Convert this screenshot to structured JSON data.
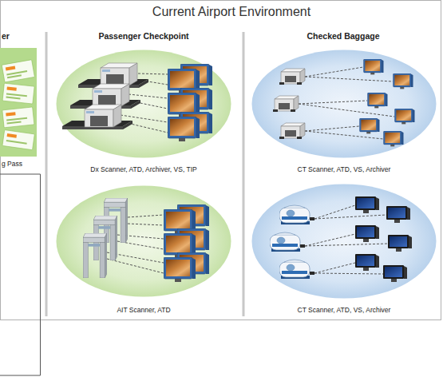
{
  "diagram": {
    "title": "Current Airport Environment",
    "nodes": [
      {
        "text": [
          "g Pass"
        ]
      },
      {
        "text": [
          "Dx Scanner, ATD, Archiver, VS, TIP"
        ]
      },
      {
        "text": [
          "CT Scanner, ATD, VS, Archiver"
        ]
      },
      {
        "text": [
          "AIT Scanner, ATD"
        ]
      },
      {
        "text": [
          "CT Scanner, ATD, VS, Archiver"
        ]
      }
    ],
    "labels": [
      "er",
      "Passenger Checkpoint",
      "Checked Baggage"
    ]
  }
}
